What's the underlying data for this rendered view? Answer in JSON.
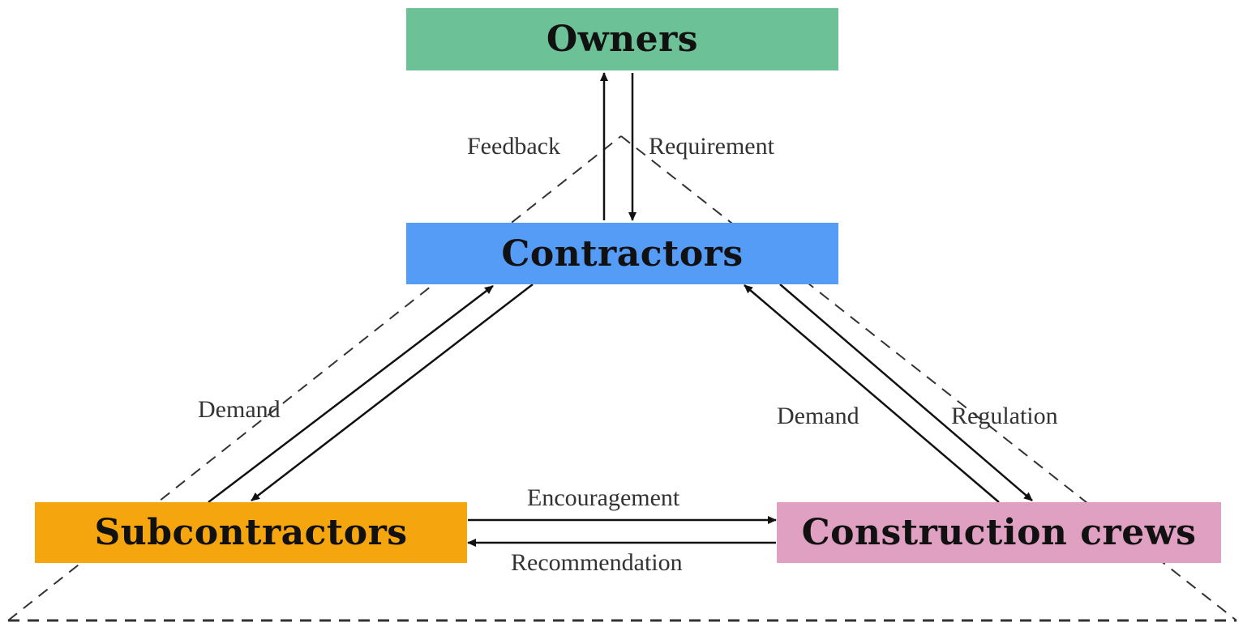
{
  "nodes": {
    "owners": {
      "label": "Owners",
      "color": "#6cc197"
    },
    "contractors": {
      "label": "Contractors",
      "color": "#559cf7"
    },
    "subcontractors": {
      "label": "Subcontractors",
      "color": "#f5a60f"
    },
    "crews": {
      "label": "Construction crews",
      "color": "#e0a0c1"
    }
  },
  "edges": {
    "feedback": "Feedback",
    "requirement": "Requirement",
    "demand_left": "Demand",
    "demand_right": "Demand",
    "regulation": "Regulation",
    "encouragement": "Encouragement",
    "recommendation": "Recommendation"
  }
}
